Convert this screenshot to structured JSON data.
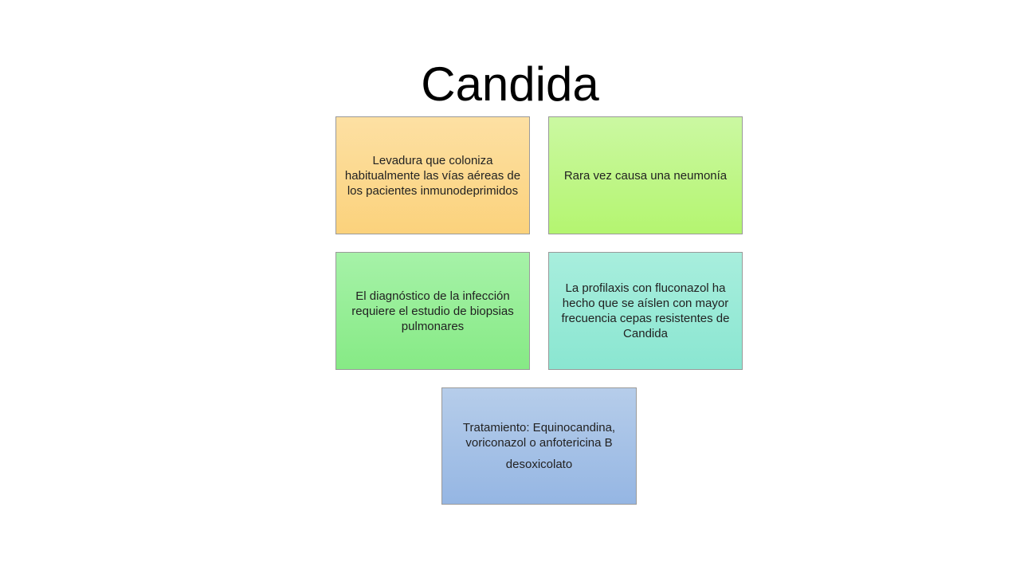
{
  "slide": {
    "title": "Candida",
    "boxes": [
      {
        "text": "Levadura que coloniza habitualmente las vías aéreas de los pacientes inmunodeprimidos"
      },
      {
        "text": "Rara vez causa una neumonía"
      },
      {
        "text": "El diagnóstico de la infección requiere el estudio de biopsias pulmonares"
      },
      {
        "text": "La profilaxis con fluconazol ha hecho que se aíslen con mayor frecuencia cepas resistentes de Candida"
      },
      {
        "text_a": "Tratamiento: Equinocandina, voriconazol o anfotericina B",
        "text_b": "desoxicolato"
      }
    ],
    "colors": {
      "box_1": "#fbd27c",
      "box_2": "#b4f570",
      "box_3": "#86ea85",
      "box_4": "#8ae6d1",
      "box_5": "#95b6e3",
      "border": "#9a9a9a"
    }
  }
}
